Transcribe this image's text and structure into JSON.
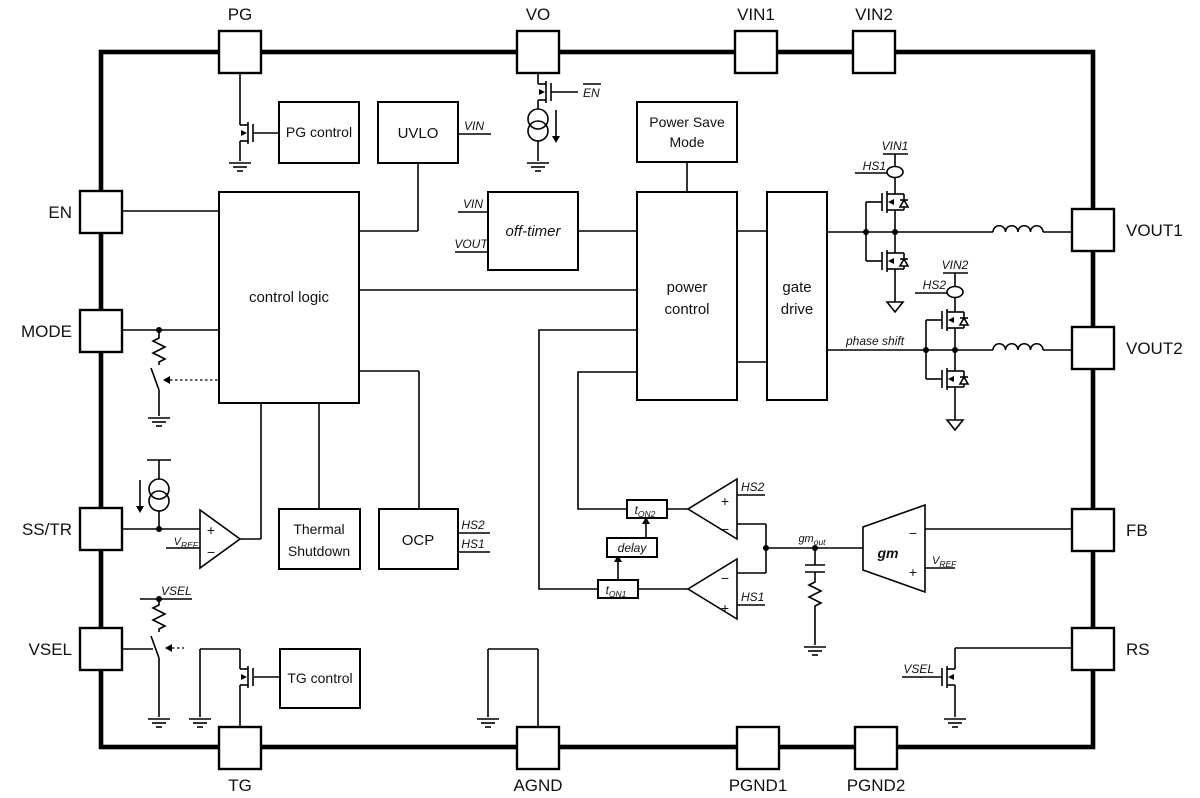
{
  "pins": {
    "top": [
      "PG",
      "VO",
      "VIN1",
      "VIN2"
    ],
    "left": [
      "EN",
      "MODE",
      "SS/TR",
      "VSEL"
    ],
    "right": [
      "VOUT1",
      "VOUT2",
      "FB",
      "RS"
    ],
    "bottom": [
      "TG",
      "AGND",
      "PGND1",
      "PGND2"
    ]
  },
  "blocks": {
    "pg_control": "PG control",
    "uvlo": "UVLO",
    "control_logic": "control logic",
    "off_timer": "off-timer",
    "power_save_line1": "Power Save",
    "power_save_line2": "Mode",
    "power_control_line1": "power",
    "power_control_line2": "control",
    "gate_drive_line1": "gate",
    "gate_drive_line2": "drive",
    "thermal_line1": "Thermal",
    "thermal_line2": "Shutdown",
    "ocp": "OCP",
    "tg_control": "TG control",
    "delay": "delay",
    "gm": "gm"
  },
  "signals": {
    "vin": "VIN",
    "vout": "VOUT",
    "hs1": "HS1",
    "hs2": "HS2",
    "vin1": "VIN1",
    "vin2": "VIN2",
    "vsel": "VSEL",
    "phase_shift": "phase shift",
    "en_bar": "EN",
    "plus": "+",
    "minus": "−",
    "t": "t",
    "on1": "ON1",
    "on2": "ON2",
    "v": "V",
    "ref": "REF",
    "gm": "gm",
    "out": "out"
  },
  "colors": {
    "line": "#000000",
    "background": "#ffffff",
    "text": "#111111"
  }
}
